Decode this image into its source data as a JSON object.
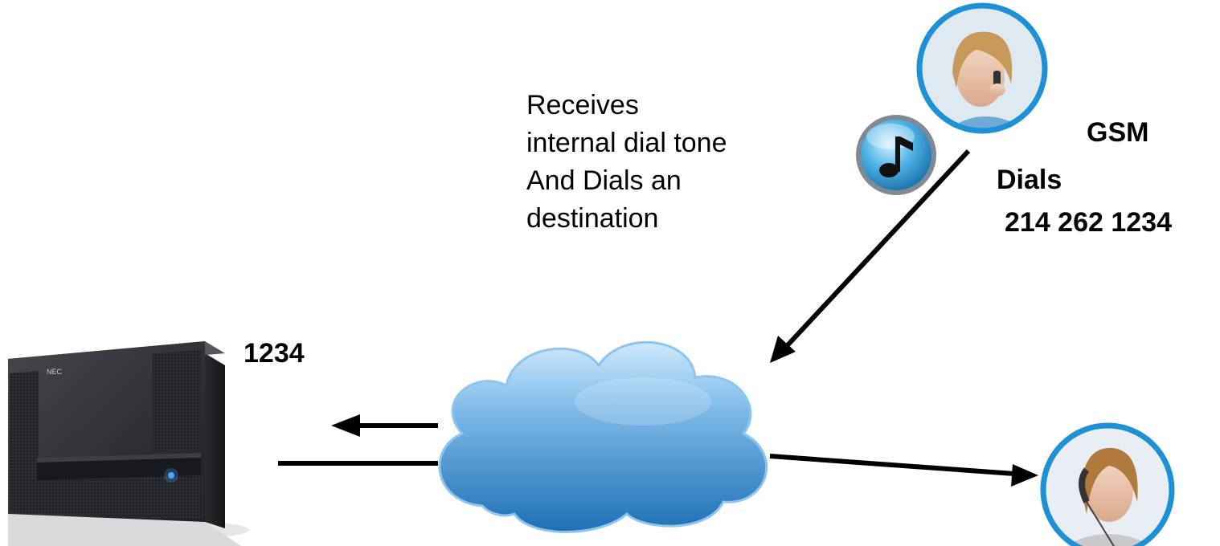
{
  "device": {
    "brand": "NEC",
    "colors": {
      "body": "#2e2f33",
      "led": "#4da6ff"
    }
  },
  "labels": {
    "extension": "1234",
    "description": [
      "Receives",
      "internal dial tone",
      "And Dials an",
      "destination"
    ],
    "gsm": "GSM",
    "dials": "Dials",
    "dialed_number": "214 262 1234"
  },
  "cloud": {
    "color": "#3f8fd0"
  },
  "icons": {
    "music_note": "music-note-icon",
    "mobile_caller": "woman-mobile-phone-avatar",
    "desk_receiver": "woman-desk-phone-avatar"
  },
  "colors": {
    "avatar_ring": "#1e90d6",
    "arrow": "#000000"
  }
}
